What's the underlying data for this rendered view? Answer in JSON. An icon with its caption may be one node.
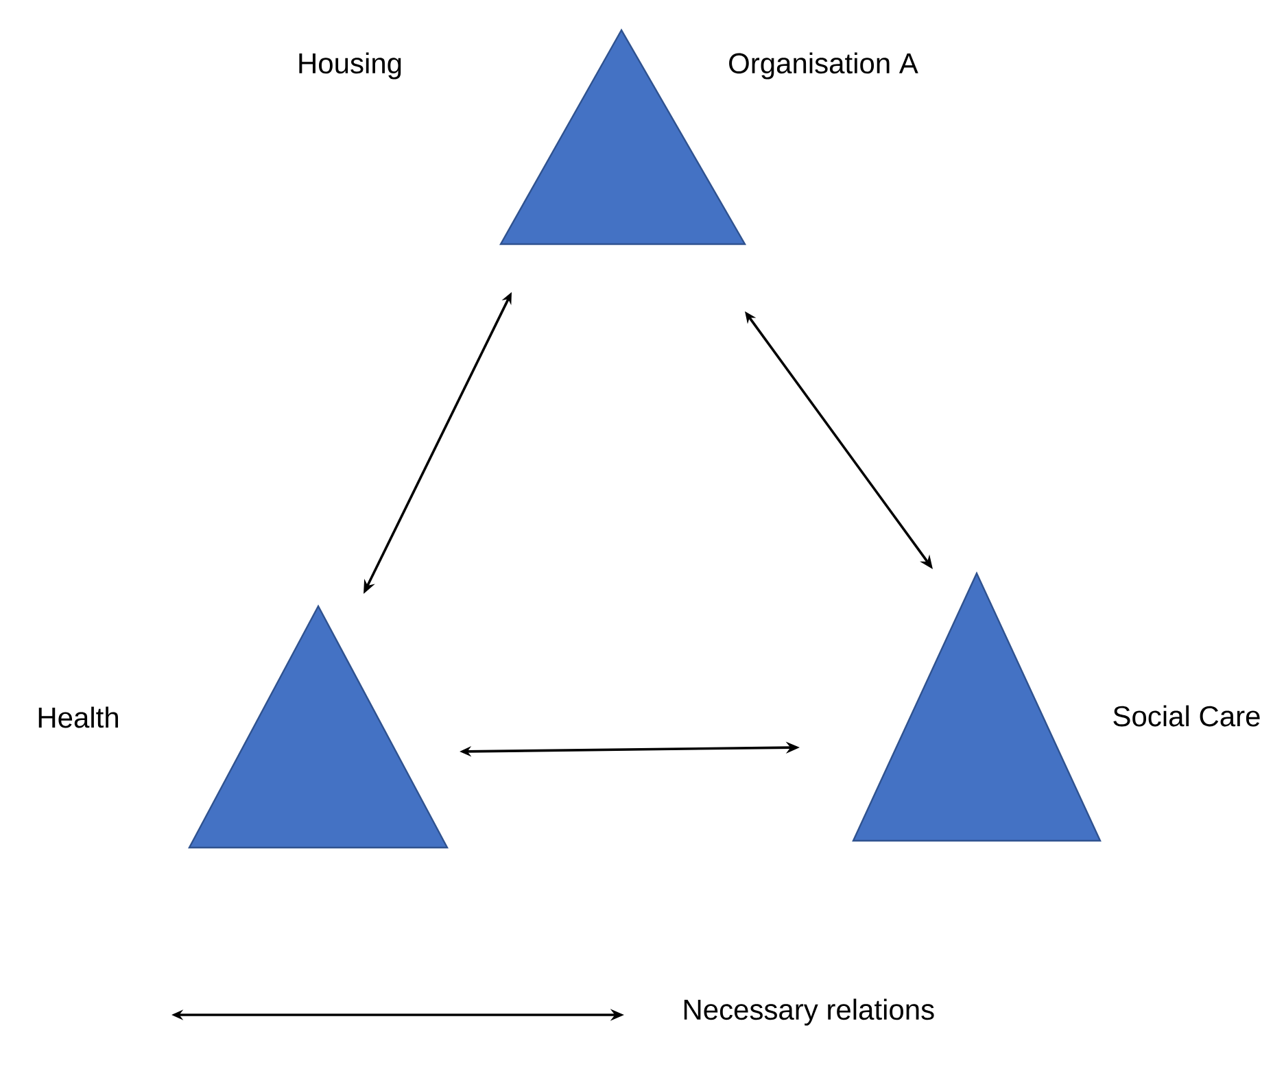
{
  "diagram": {
    "nodes": [
      {
        "text": [],
        "shape": "triangle",
        "beside": [
          "Organisation A"
        ]
      },
      {
        "text": [],
        "shape": "triangle",
        "beside": [
          "Health"
        ]
      },
      {
        "text": [],
        "shape": "triangle",
        "beside": [
          "Social Care"
        ]
      }
    ],
    "edges": [
      {
        "from": 0,
        "to": 1,
        "arrow": "both"
      },
      {
        "from": 0,
        "to": 2,
        "arrow": "both"
      },
      {
        "from": 1,
        "to": 2,
        "arrow": "both"
      }
    ],
    "labels": [
      "Housing"
    ],
    "legend": [
      {
        "text": "Necessary relations"
      }
    ]
  }
}
